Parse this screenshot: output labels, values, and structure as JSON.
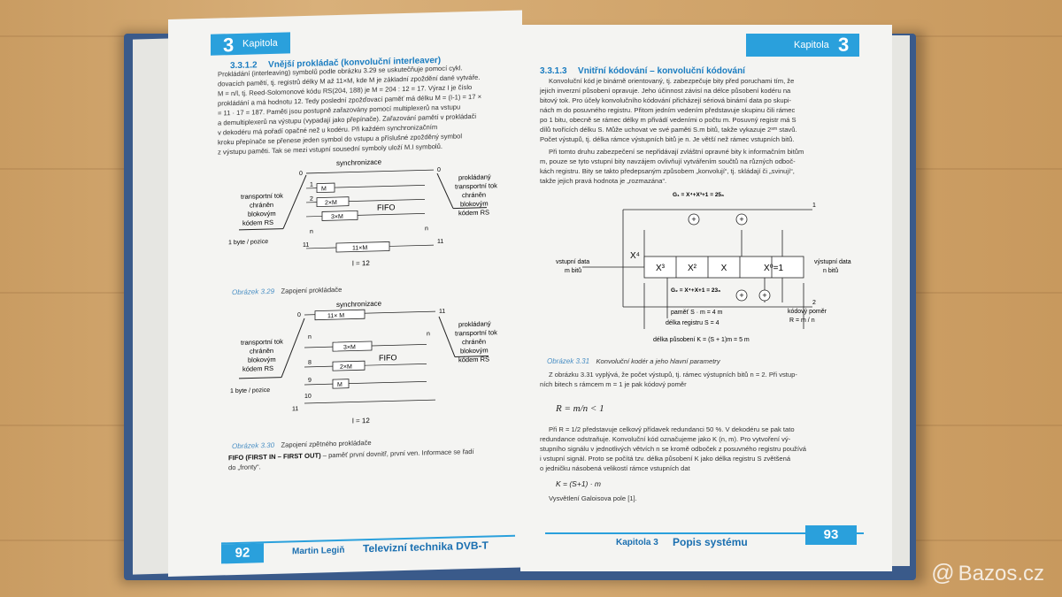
{
  "left_page": {
    "chapter_number": "3",
    "chapter_label": "Kapitola",
    "section_num": "3.3.1.2",
    "section_title": "Vnější prokládač (konvoluční interleaver)",
    "paragraph": [
      "Prokládání (interleaving) symbolů podle obrázku 3.29 se uskutečňuje pomocí cykl.",
      "dovacích pamětí, tj. registrů délky M až 11×M, kde M je základní zpoždění dané vytváře.",
      "M = n/l, tj. Reed-Solomonové kódu RS(204, 188) je M = 204 : 12 = 17. Výraz I je číslo",
      "prokládání a má hodnotu 12. Tedy poslední zpožďovací paměť má délku M = (I-1) = 17 ×",
      "= 11 · 17 = 187. Paměti jsou postupně zařazovány pomocí multiplexerů na vstupu",
      "a demultiplexerů na výstupu (vypadají jako přepínače). Zařazování pamětí v prokládači",
      "v dekodéru má pořadí opačné než u kodéru. Při každém synchronizačním",
      "kroku přepínače se přenese jeden symbol do vstupu a příslušné zpožděný symbol",
      "z výstupu paměti. Tak se mezi vstupní sousední symboly uloží M.I symbolů."
    ],
    "fig1": {
      "sync": "synchronizace",
      "left_label": [
        "transportní tok",
        "chráněn",
        "blokovým",
        "kódem RS"
      ],
      "right_label": [
        "prokládaný",
        "transportní tok",
        "chráněn",
        "blokovým",
        "kódem RS"
      ],
      "boxes": [
        "M",
        "2×M",
        "3×M",
        "11×M"
      ],
      "fifo": "FIFO",
      "byte": "1 byte / pozice",
      "zero": "0",
      "one": "1",
      "two": "2",
      "n": "n",
      "eleven": "11",
      "l": "l = 12",
      "caption_num": "Obrázek 3.29",
      "caption_text": "Zapojení prokládače"
    },
    "fig2": {
      "sync": "synchronizace",
      "left_label": [
        "transportní tok",
        "chráněn",
        "blokovým",
        "kódem RS"
      ],
      "right_label": [
        "prokládaný",
        "transportní tok",
        "chráněn",
        "blokovým",
        "kódem RS"
      ],
      "boxes": [
        "11× M",
        "3×M",
        "2×M",
        "M"
      ],
      "fifo": "FIFO",
      "byte": "1 byte / pozice",
      "zero": "0",
      "n": "n",
      "eight": "8",
      "nine": "9",
      "ten": "10",
      "eleven": "11",
      "l": "l = 12",
      "caption_num": "Obrázek 3.30",
      "caption_text": "Zapojení zpětného prokládače"
    },
    "fifo_bold": "FIFO (FIRST IN – FIRST OUT)",
    "fifo_text": " – paměť první dovnitř, první ven. Informace se řadí",
    "fifo_text2": "do „fronty“.",
    "page_number": "92",
    "author": "Martin Legiň",
    "book_title": "Televizní technika DVB-T"
  },
  "right_page": {
    "chapter_label": "Kapitola",
    "chapter_number": "3",
    "section_num": "3.3.1.3",
    "section_title": "Vnitřní kódování – konvoluční kódování",
    "para1": [
      "Konvoluční kód je binárně orientovaný, tj. zabezpečuje bity před poruchami tím, že",
      "jejich inverzní působení opravuje. Jeho účinnost závisí na délce působení kodéru na",
      "bitový tok. Pro účely konvolučního kódování přicházejí sériová binární data po skupi-",
      "nách m do posuvného registru. Přitom jedním vedením představuje skupinu čili rámec",
      "po 1 bitu, obecně se rámec délky m přivádí vedeními o počtu m. Posuvný registr má S",
      "dílů tvořících délku S. Může uchovat ve své paměti S.m bitů, takže vykazuje 2ˢᵐ stavů.",
      "Počet výstupů, tj. délka rámce výstupních bitů je n. Je větší než rámec vstupních bitů."
    ],
    "para2": [
      "Při tomto druhu zabezpečení se nepřidávají zvláštní opravné bity k informačním bitům",
      "m, pouze se tyto vstupní bity navzájem ovlivňují vytvářením součtů na různých odboč-",
      "kách registru. Bity se takto předepsaným způsobem „konvolují“, tj. skládají či „svinují“,",
      "takže jejich pravá hodnota je „rozmazána“."
    ],
    "fig3": {
      "g1": "G₁ = X⁴+X³+1 = 25₈",
      "g2": "G₂ = X⁴+X+1 = 23₈",
      "x4": "X⁴",
      "cells": [
        "X³",
        "X²",
        "X",
        "X⁰=1"
      ],
      "plus": "+",
      "in_label": [
        "vstupní data",
        "m bitů"
      ],
      "out_label": [
        "výstupní data",
        "n bitů"
      ],
      "one": "1",
      "two": "2",
      "mem": "paměť S · m = 4 m",
      "reg": "délka registru S = 4",
      "rate": [
        "kódový poměr",
        "R = m / n"
      ],
      "k": "délka působení K = (S + 1)m = 5 m",
      "caption_num": "Obrázek 3.31",
      "caption_text": "Konvoluční kodér a jeho hlavní parametry"
    },
    "para3": [
      "Z obrázku 3.31 vyplývá, že počet výstupů, tj. rámec výstupních bitů n = 2. Při vstup-",
      "ních bitech s rámcem m = 1 je pak kódový poměr"
    ],
    "formula": "R = m/n < 1",
    "para4": [
      "Při R = 1/2 představuje celkový přídavek redundanci 50 %. V dekodéru se pak tato",
      "redundance odstraňuje. Konvoluční kód označujeme jako K (n, m). Pro vytvoření vý-",
      "stupního signálu v jednotlivých větvích n se kromě odboček z posuvného registru používá",
      "i vstupní signál. Proto se počítá tzv. délka působení K jako délka registru S zvětšená",
      "o jedničku násobená velikostí rámce vstupních dat"
    ],
    "formula2": "K = (S+1) · m",
    "para5": "Vysvětlení Galoisova pole [1].",
    "chapter_footer": "Kapitola 3",
    "chapter_footer_title": "Popis systému",
    "page_number": "93"
  },
  "watermark": "Bazos.cz"
}
